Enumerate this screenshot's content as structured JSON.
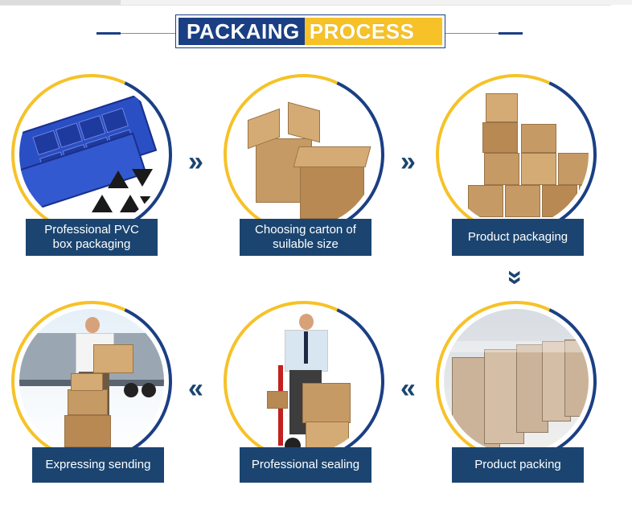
{
  "title": {
    "part1": "PACKAING",
    "part2": "PROCESS"
  },
  "steps": [
    {
      "label": "Professional PVC box packaging"
    },
    {
      "label": "Choosing carton of suilable size"
    },
    {
      "label": "Product packaging"
    },
    {
      "label": "Product packing"
    },
    {
      "label": "Professional sealing"
    },
    {
      "label": "Expressing sending"
    }
  ],
  "labels_split": {
    "s1a": "Professional PVC",
    "s1b": "box packaging",
    "s2a": "Choosing carton of",
    "s2b": "suilable size"
  },
  "arrows": {
    "right": "»",
    "down": "»",
    "left": "«"
  },
  "colors": {
    "navy": "#1b3f84",
    "label_bg": "#1b4570",
    "yellow": "#f6c228",
    "cardboard": "#c69a64"
  }
}
